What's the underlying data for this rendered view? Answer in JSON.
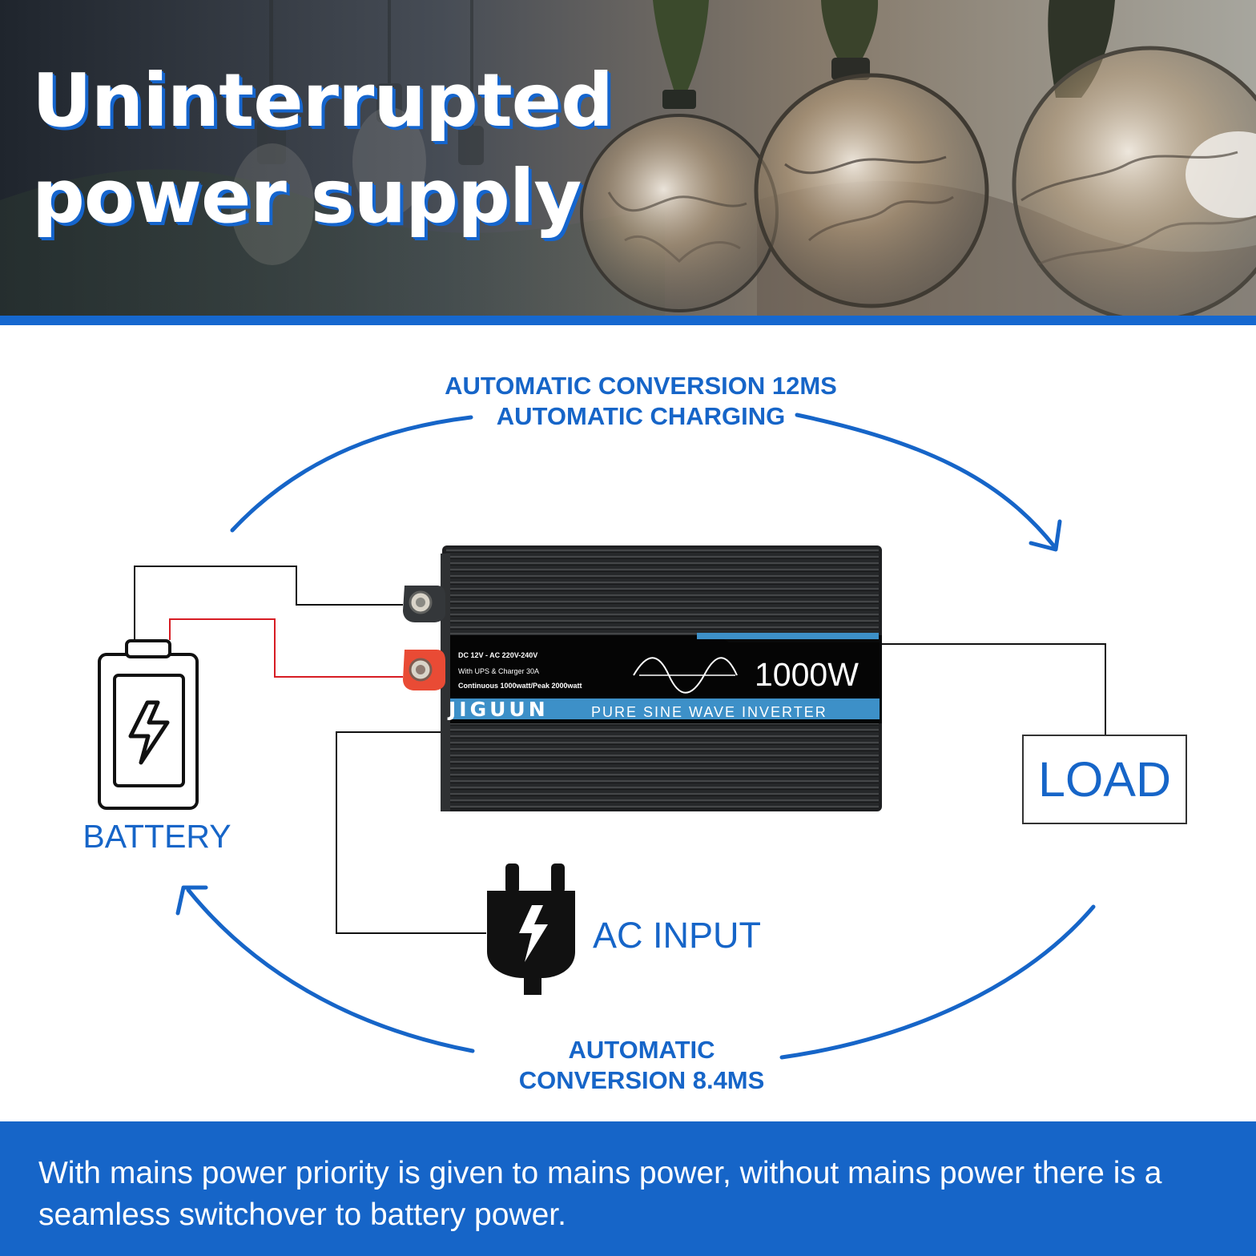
{
  "hero": {
    "title": "Uninterrupted power supply",
    "title_color": "#ffffff",
    "title_shadow_color": "#1565cd"
  },
  "diagram": {
    "accent": "#1665c8",
    "flow_top": {
      "caption": "AUTOMATIC CONVERSION 12MS\nAUTOMATIC CHARGING"
    },
    "flow_bottom": {
      "caption": "AUTOMATIC\nCONVERSION 8.4MS"
    },
    "battery": {
      "label": "BATTERY",
      "icon": "battery-charging-icon"
    },
    "ac_input": {
      "label": "AC INPUT",
      "icon": "ac-plug-icon"
    },
    "load": {
      "label": "LOAD"
    },
    "inverter": {
      "spec_voltage": "DC 12V - AC 220V-240V",
      "spec_ups": "With UPS & Charger 30A",
      "spec_power": "Continuous 1000watt/Peak 2000watt",
      "power_rating": "1000W",
      "brand": "JIGUUN",
      "product": "PURE SINE WAVE INVERTER",
      "body_color": "#242628",
      "band_color": "#3d90c8",
      "positive_terminal_color": "#e94b35",
      "negative_terminal_color": "#34373a"
    },
    "wire_colors": {
      "negative": "#111111",
      "positive": "#d71d24"
    }
  },
  "footer": {
    "text": "With mains power priority is given to mains power, without mains power there is a seamless switchover to battery power.",
    "background": "#1665c8"
  }
}
